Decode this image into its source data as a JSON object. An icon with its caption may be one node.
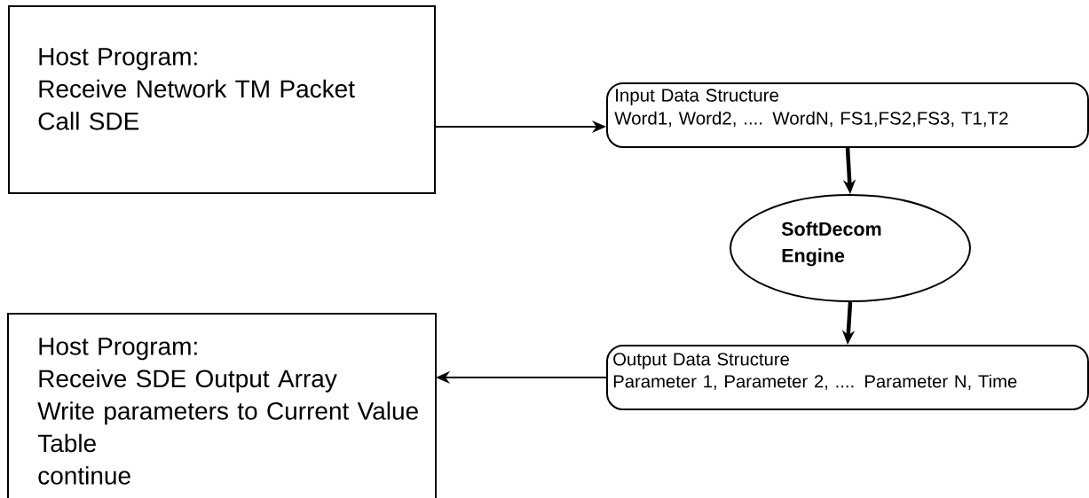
{
  "diagram": {
    "nodes": [
      {
        "text": [
          "Host Program:",
          "Receive Network TM Packet",
          "Call SDE"
        ]
      },
      {
        "text": [
          "Input Data Structure",
          "Word1, Word2, .... WordN, FS1,FS2,FS3, T1,T2"
        ]
      },
      {
        "text": [
          "SoftDecom Engine"
        ]
      },
      {
        "text": [
          "Output Data Structure",
          "Parameter 1, Parameter 2, .... Parameter N, Time"
        ]
      },
      {
        "text": [
          "Host Program:",
          "Receive SDE Output Array",
          "Write parameters to Current Value Table",
          "continue"
        ]
      }
    ],
    "edges": [
      {
        "from": 0,
        "to": 1,
        "arrow": "to"
      },
      {
        "from": 1,
        "to": 2,
        "arrow": "to",
        "style": "thick"
      },
      {
        "from": 2,
        "to": 3,
        "arrow": "to",
        "style": "thick"
      },
      {
        "from": 3,
        "to": 4,
        "arrow": "to"
      }
    ]
  }
}
